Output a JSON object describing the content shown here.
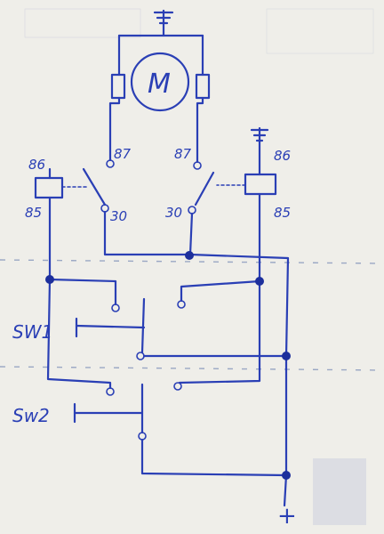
{
  "diagram": {
    "motor": {
      "label": "M"
    },
    "relay_left": {
      "coil_top": "86",
      "coil_bottom": "85",
      "nc_contact": "87",
      "common": "30"
    },
    "relay_right": {
      "coil_top": "86",
      "coil_bottom": "85",
      "nc_contact": "87",
      "common": "30"
    },
    "switch_1": {
      "label": "SW1"
    },
    "switch_2": {
      "label": "Sw2"
    },
    "supply": {
      "label": "+"
    }
  },
  "colors": {
    "ink": "#2a3fb5",
    "paper": "#ecebe6"
  }
}
